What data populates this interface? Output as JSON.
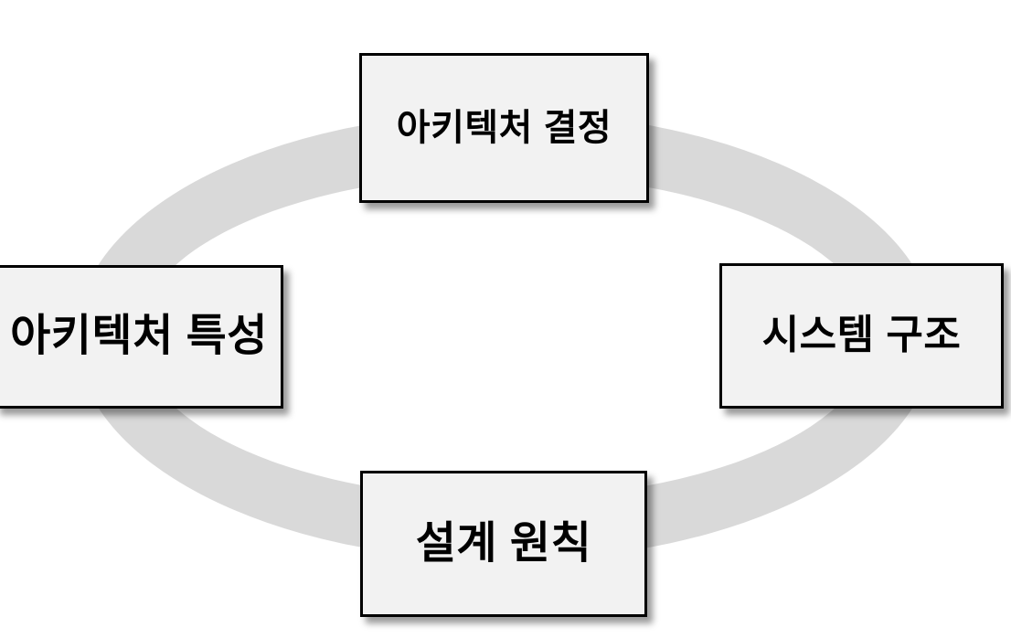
{
  "diagram": {
    "type": "cycle",
    "colors": {
      "ring-color": "#d9d9d9",
      "box-fill": "#f2f2f2",
      "box-border": "#000000",
      "text-color": "#000000",
      "bg": "#ffffff"
    },
    "nodes": [
      {
        "id": "top",
        "label": "아키텍처 결정"
      },
      {
        "id": "right",
        "label": "시스템 구조"
      },
      {
        "id": "bottom",
        "label": "설계 원칙"
      },
      {
        "id": "left",
        "label": "아키텍처 특성"
      }
    ]
  }
}
